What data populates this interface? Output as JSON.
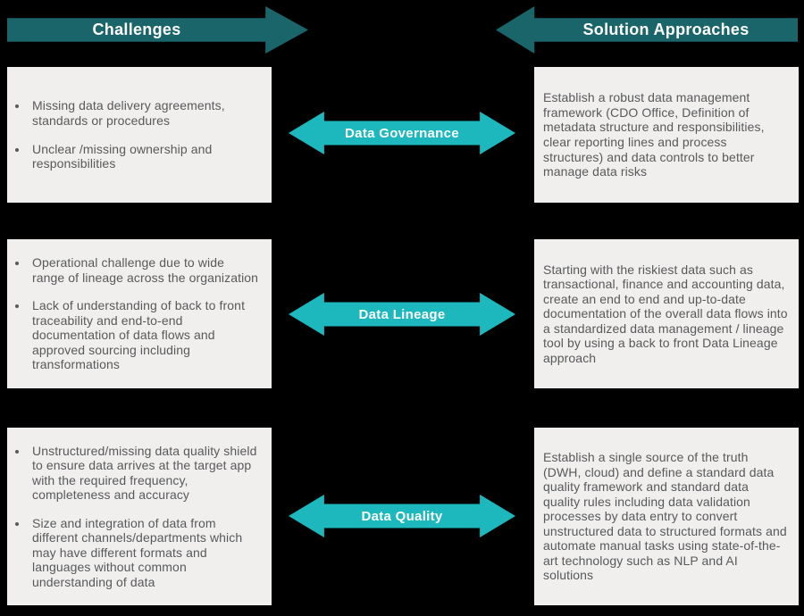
{
  "header": {
    "left_label": "Challenges",
    "right_label": "Solution Approaches"
  },
  "colors": {
    "background": "#000000",
    "dark_teal": "#19656A",
    "bright_teal": "#1CB8BD",
    "box_bg": "#F0EFEE",
    "text_gray": "#58595B",
    "label_white": "#FFFFFF"
  },
  "rows": [
    {
      "topic": "Data Governance",
      "challenges": [
        "Missing data delivery agreements, standards or procedures",
        "Unclear /missing ownership and responsibilities"
      ],
      "solution": "Establish a robust data management framework (CDO Office, Definition of metadata structure and responsibilities, clear reporting lines and process structures) and data controls to better manage data risks"
    },
    {
      "topic": "Data Lineage",
      "challenges": [
        "Operational challenge due to wide range of lineage across the organization",
        "Lack of understanding of back to front traceability and end-to-end documentation of data flows and approved sourcing including transformations"
      ],
      "solution": "Starting with the riskiest data such as transactional, finance and accounting data, create an end to end and up-to-date documentation of the overall data flows into a standardized data management / lineage tool by using a back to front Data Lineage approach"
    },
    {
      "topic": "Data Quality",
      "challenges": [
        "Unstructured/missing data quality shield to ensure data arrives at the target app with the required frequency, completeness and accuracy",
        "Size and integration of data from different channels/departments which may have different formats and languages without common understanding of data"
      ],
      "solution": "Establish a single source of the truth (DWH, cloud) and define a standard data quality framework and standard data quality rules including data validation processes by data entry to convert unstructured data to structured formats and automate manual tasks using state-of-the-art technology such as NLP and AI solutions"
    }
  ]
}
